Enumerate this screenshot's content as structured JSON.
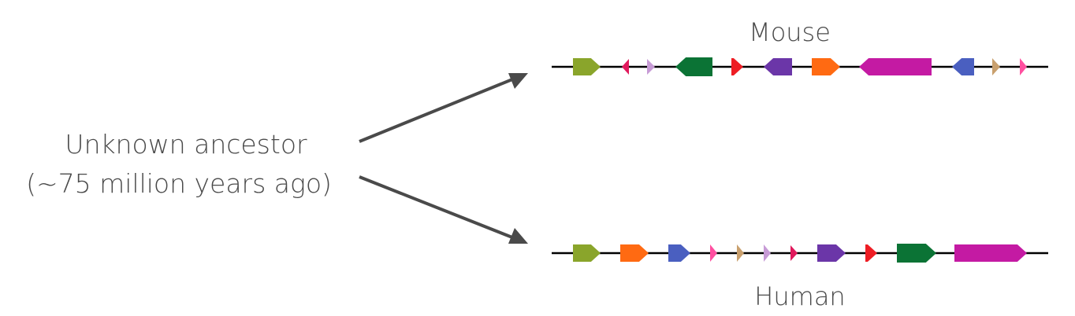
{
  "ancestor": {
    "line1": "Unknown ancestor",
    "line2": "(~75 million years ago)"
  },
  "mouse": {
    "label": "Mouse",
    "genes": [
      {
        "color": "#8aa52b",
        "dir": "right"
      },
      {
        "color": "#e0195c",
        "dir": "left"
      },
      {
        "color": "#c79bd6",
        "dir": "right"
      },
      {
        "color": "#0b7335",
        "dir": "left"
      },
      {
        "color": "#ee1d24",
        "dir": "right"
      },
      {
        "color": "#6b36a8",
        "dir": "left"
      },
      {
        "color": "#ff6a12",
        "dir": "right"
      },
      {
        "color": "#c41aa3",
        "dir": "left"
      },
      {
        "color": "#4a5fc0",
        "dir": "left"
      },
      {
        "color": "#c9a06e",
        "dir": "right"
      },
      {
        "color": "#ff4fa0",
        "dir": "right"
      }
    ]
  },
  "human": {
    "label": "Human",
    "genes": [
      {
        "color": "#8aa52b",
        "dir": "right"
      },
      {
        "color": "#ff6a12",
        "dir": "right"
      },
      {
        "color": "#4a5fc0",
        "dir": "right"
      },
      {
        "color": "#ff4fa0",
        "dir": "right"
      },
      {
        "color": "#c9a06e",
        "dir": "right"
      },
      {
        "color": "#c79bd6",
        "dir": "right"
      },
      {
        "color": "#e0195c",
        "dir": "right"
      },
      {
        "color": "#6b36a8",
        "dir": "right"
      },
      {
        "color": "#ee1d24",
        "dir": "right"
      },
      {
        "color": "#0b7335",
        "dir": "right"
      },
      {
        "color": "#c41aa3",
        "dir": "right"
      }
    ]
  },
  "colors": {
    "text": "#4a4a4a",
    "arrow": "#4a4a4a",
    "chromosome": "#000000"
  }
}
